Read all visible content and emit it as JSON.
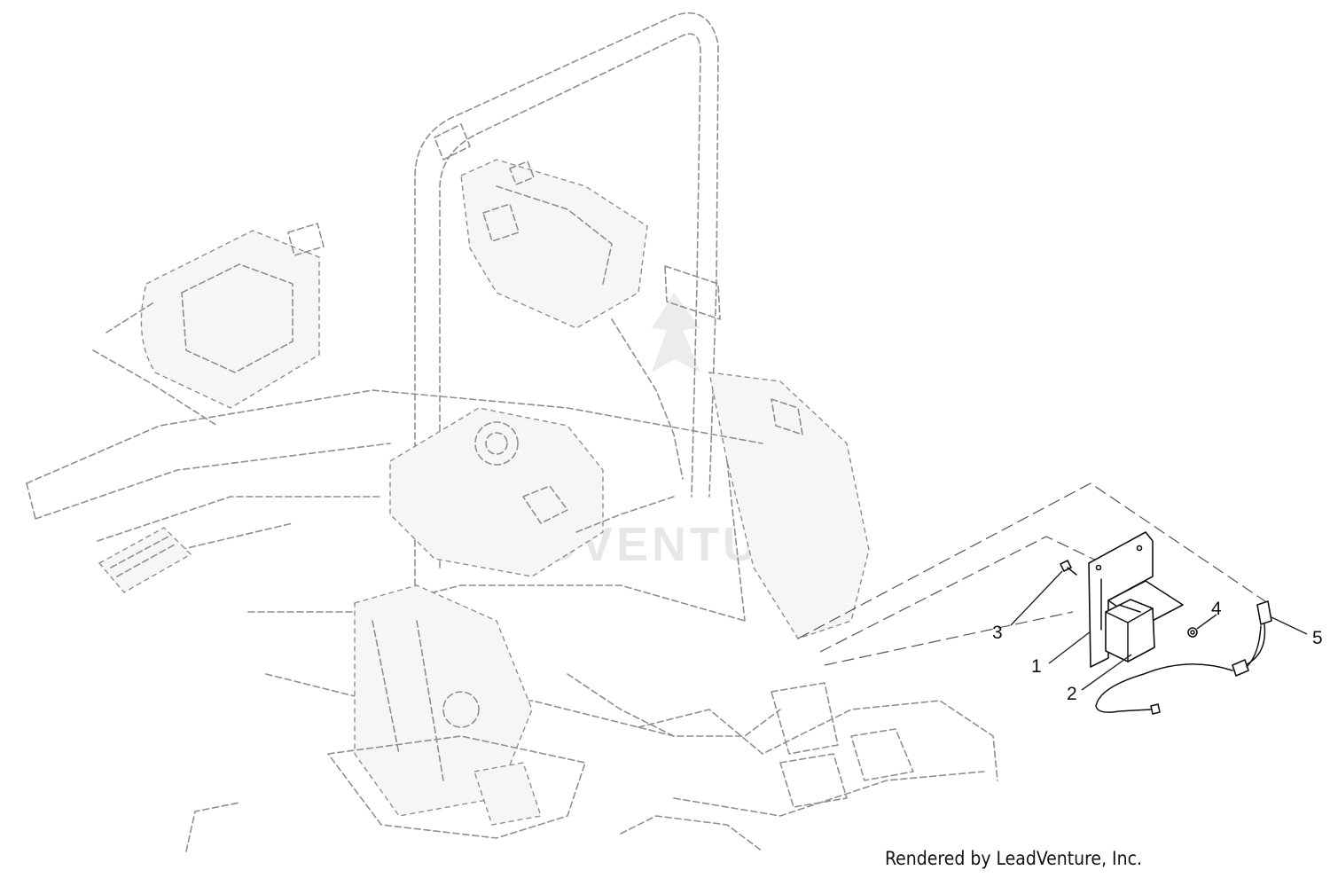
{
  "diagram": {
    "watermark": "LEADVENTURE",
    "callouts": [
      {
        "id": "callout-1",
        "label": "1"
      },
      {
        "id": "callout-2",
        "label": "2"
      },
      {
        "id": "callout-3",
        "label": "3"
      },
      {
        "id": "callout-4",
        "label": "4"
      },
      {
        "id": "callout-5",
        "label": "5"
      }
    ]
  },
  "footer": {
    "credit": "Rendered by LeadVenture, Inc."
  }
}
